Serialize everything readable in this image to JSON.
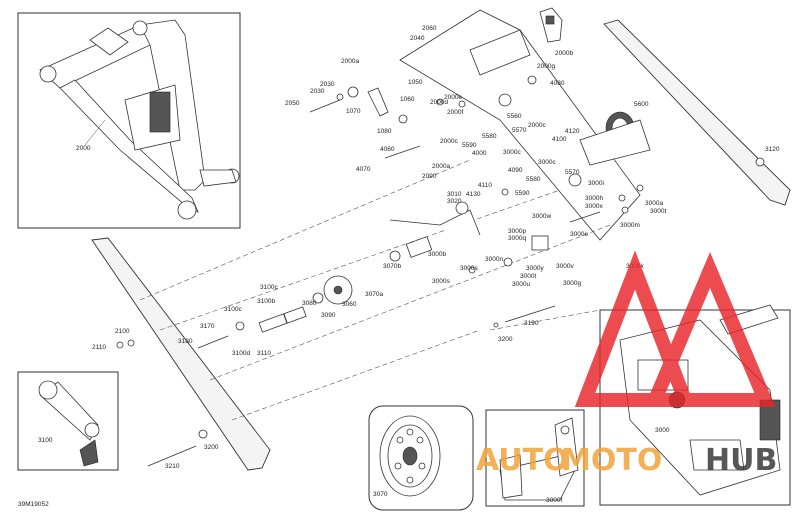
{
  "diagram_id": "39M19052",
  "watermark": {
    "brand_left": "AUTO",
    "brand_middle": "MOTO",
    "brand_right": "HUB",
    "color_red": "#e8262a",
    "color_orange": "#f0a43a",
    "color_dark": "#3a3a3a"
  },
  "labels": {
    "p2000": "2000",
    "p2000a": "2000a",
    "p2000b": "2000b",
    "p2000c": "2000c",
    "p2000d": "2000d",
    "p2000e": "2000e",
    "p2000f": "2000f",
    "p2000g": "2000g",
    "p2030": "2030",
    "p2040": "2040",
    "p2050": "2050",
    "p2060": "2060",
    "p2090": "2090",
    "p2100": "2100",
    "p2110": "2110",
    "p1050": "1050",
    "p1060": "1060",
    "p1070": "1070",
    "p1080": "1080",
    "p3000": "3000",
    "p3000a": "3000a",
    "p3000b": "3000b",
    "p3000c": "3000c",
    "p3000d": "3000d",
    "p3000e": "3000e",
    "p3000f": "3000f",
    "p3000g": "3000g",
    "p3000h": "3000h",
    "p3000i": "3000i",
    "p3000j": "3000j",
    "p3000k": "3000k",
    "p3000m": "3000m",
    "p3000n": "3000n",
    "p3000p": "3000p",
    "p3000q": "3000q",
    "p3000s": "3000s",
    "p3000t": "3000t",
    "p3000u": "3000u",
    "p3000v": "3000v",
    "p3000w": "3000w",
    "p3000x": "3000x",
    "p3000y": "3000y",
    "p3010": "3010",
    "p3020": "3020",
    "p3060": "3060",
    "p3070": "3070",
    "p3070a": "3070a",
    "p3070b": "3070b",
    "p3080": "3080",
    "p3090": "3090",
    "p3100": "3100",
    "p3100b": "3100b",
    "p3100c": "3100c",
    "p3100d": "3100d",
    "p3110": "3110",
    "p3120": "3120",
    "p3170": "3170",
    "p3180": "3180",
    "p3190": "3190",
    "p3200": "3200",
    "p3210": "3210",
    "p4000": "4000",
    "p4060": "4060",
    "p4070": "4070",
    "p4080": "4080",
    "p4090": "4090",
    "p4100": "4100",
    "p4110": "4110",
    "p4120": "4120",
    "p4130": "4130",
    "p5560": "5560",
    "p5570": "5570",
    "p5580": "5580",
    "p5590": "5590",
    "p5600": "5600"
  }
}
